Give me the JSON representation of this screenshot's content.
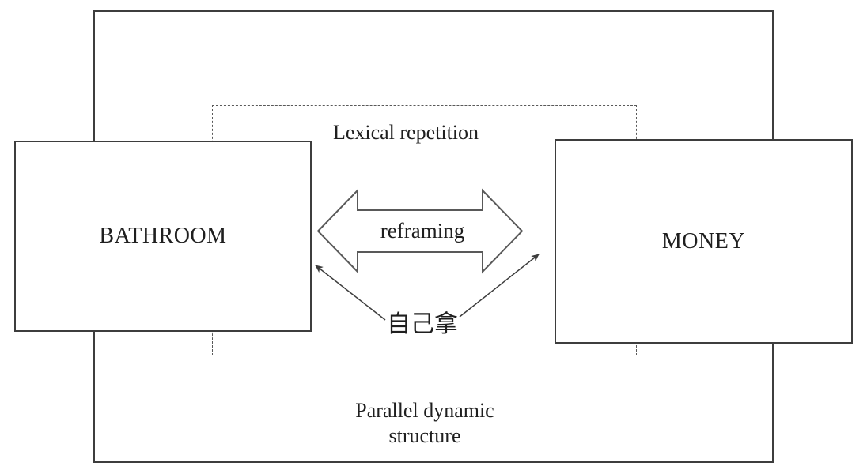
{
  "diagram": {
    "boxes": {
      "left": {
        "label": "BATHROOM"
      },
      "right": {
        "label": "MONEY"
      }
    },
    "labels": {
      "lexical_repetition": "Lexical repetition",
      "reframing": "reframing",
      "self_take": "自己拿",
      "parallel_line1": "Parallel dynamic",
      "parallel_line2": "structure"
    },
    "colors": {
      "line": "#3d3d3d",
      "dashed_line": "#595959",
      "arrow_outline": "#595959",
      "text": "#1f1f1f",
      "background": "#ffffff"
    }
  }
}
